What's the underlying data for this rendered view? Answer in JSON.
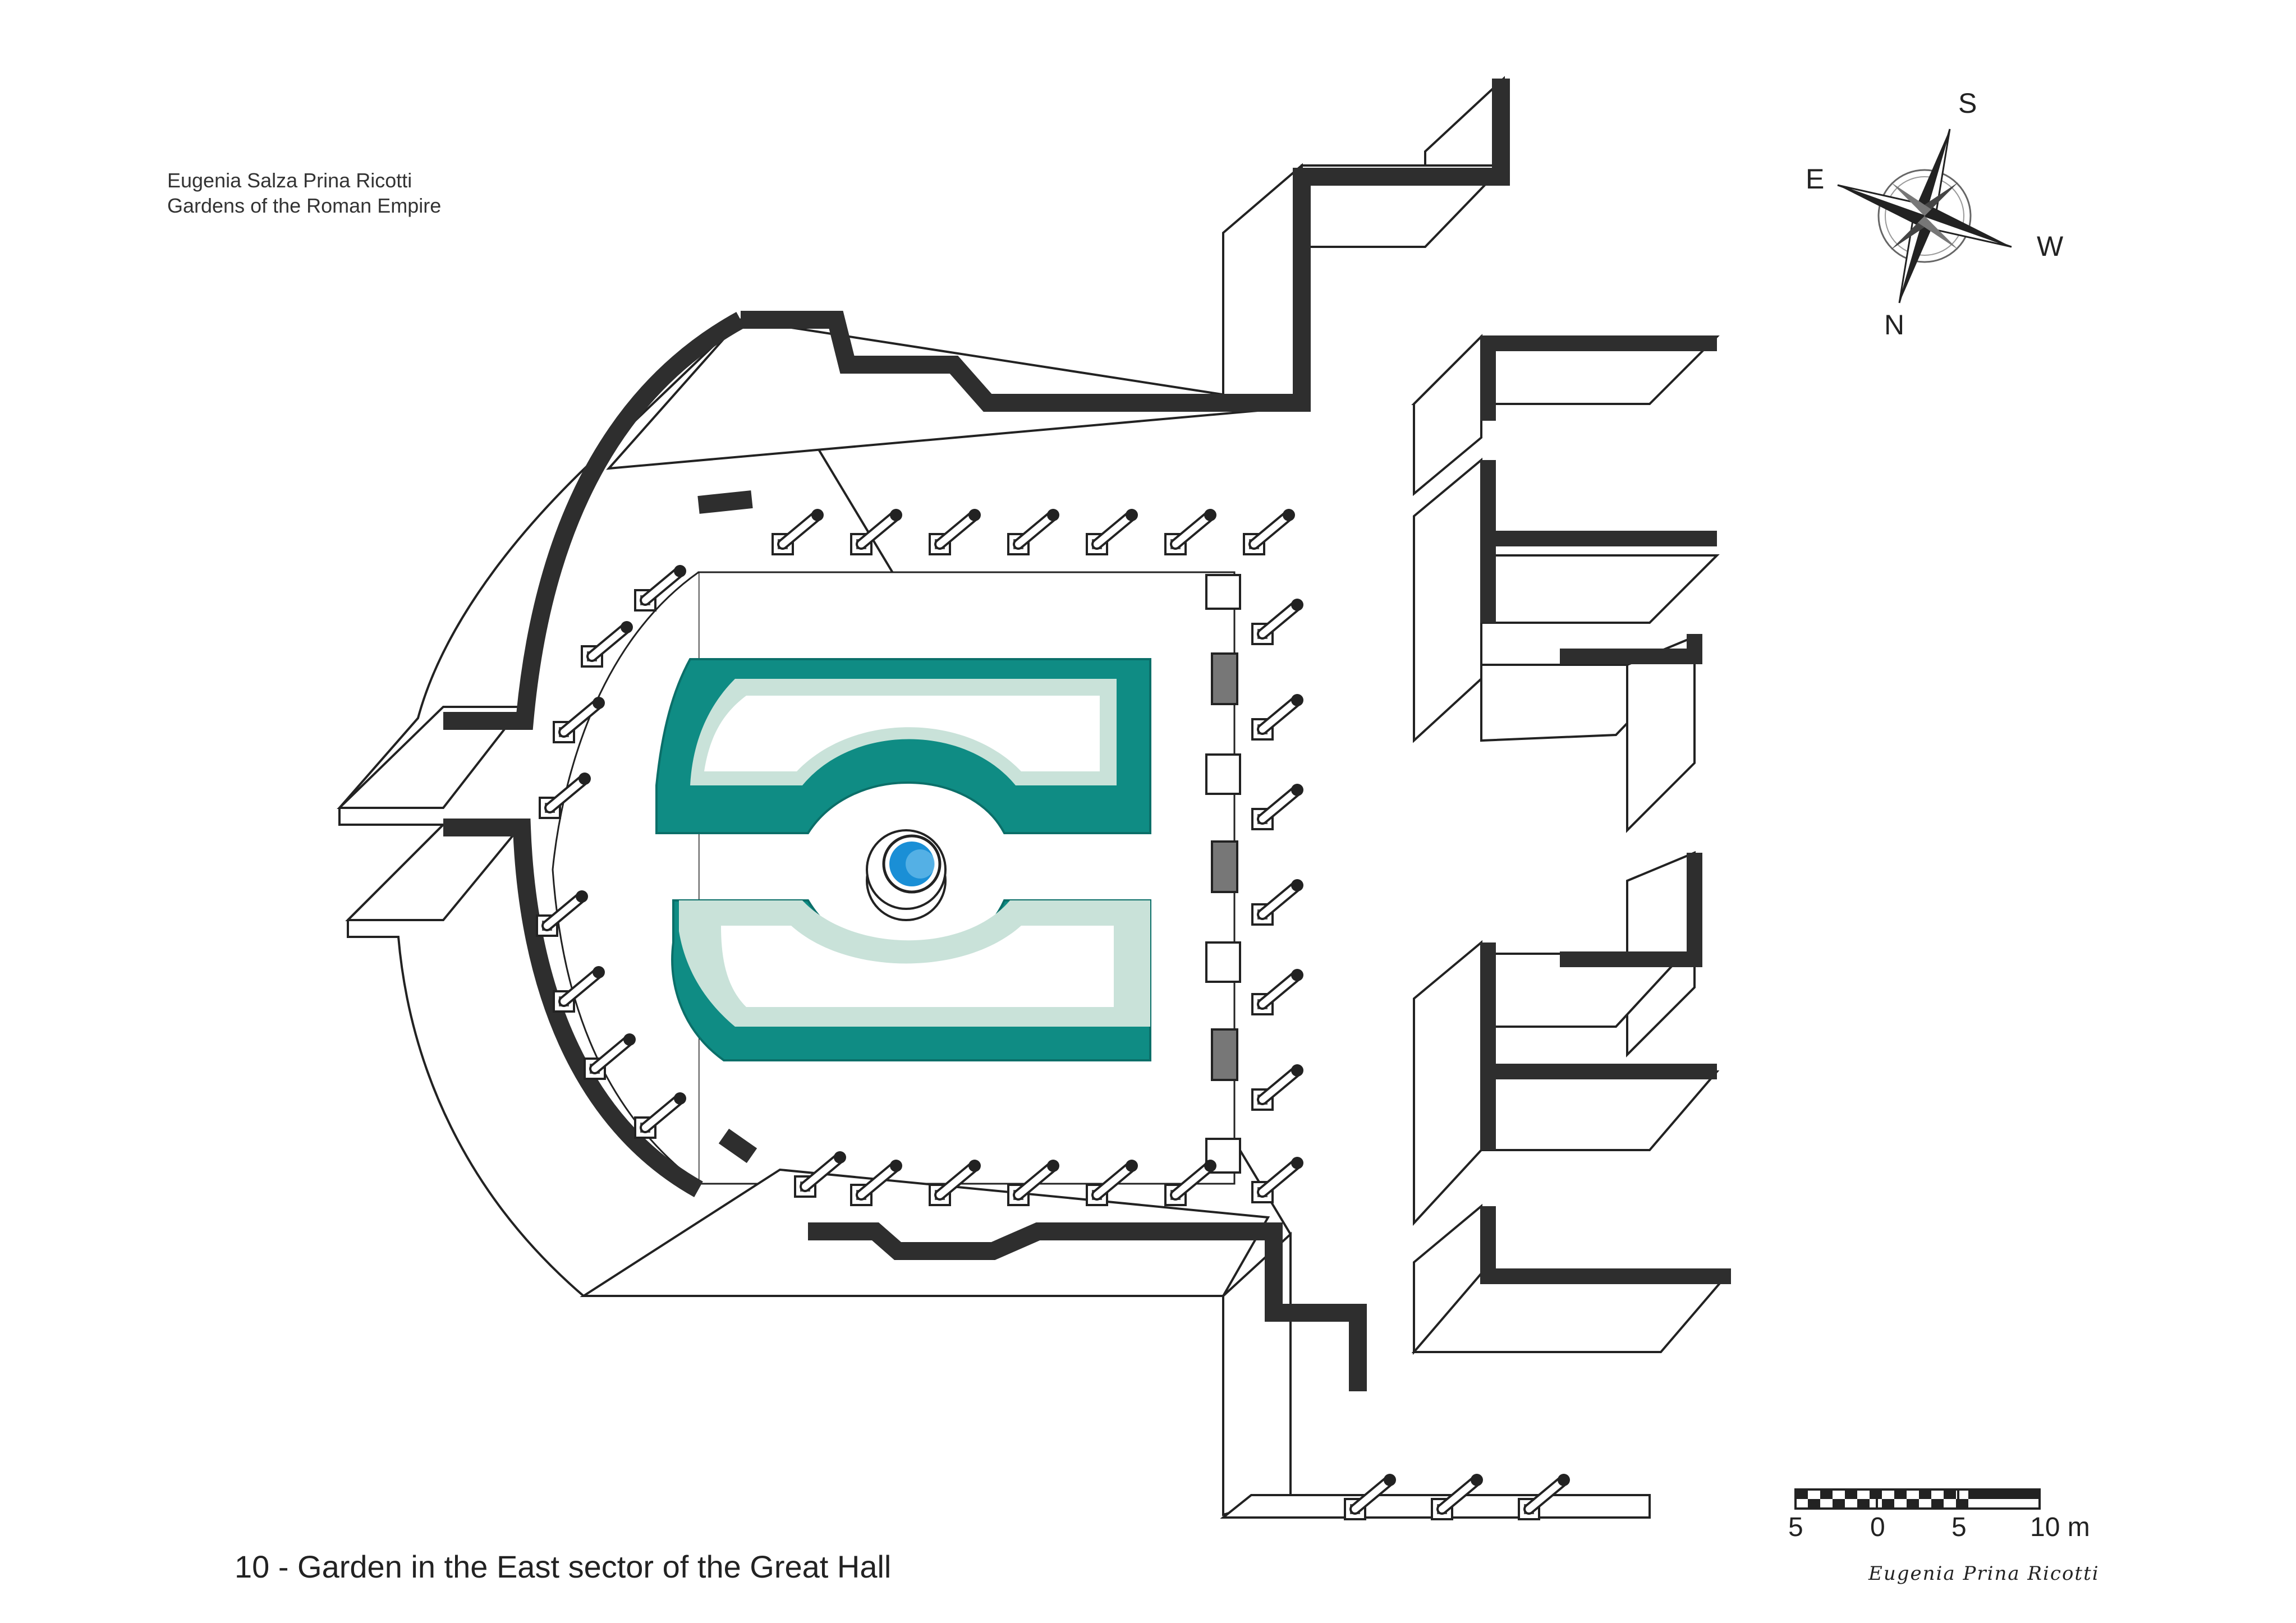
{
  "credit": {
    "author": "Eugenia Salza Prina Ricotti",
    "book": "Gardens of the Roman Empire"
  },
  "caption": "10 - Garden in the East sector of the Great Hall",
  "compass": {
    "labels": {
      "north": "N",
      "south": "S",
      "east": "E",
      "west": "W"
    }
  },
  "scale_bar": {
    "labels": [
      "5",
      "0",
      "5",
      "10 m"
    ]
  },
  "signature": "Eugenia Prina Ricotti",
  "colors": {
    "wall": "#2e2e2e",
    "pool_outer": "#0f8c84",
    "pool_inner": "#c9e2d9",
    "fountain": "#1a8fd6"
  },
  "icons": {
    "compass": "compass-rose-icon",
    "column": "column-base-icon"
  }
}
